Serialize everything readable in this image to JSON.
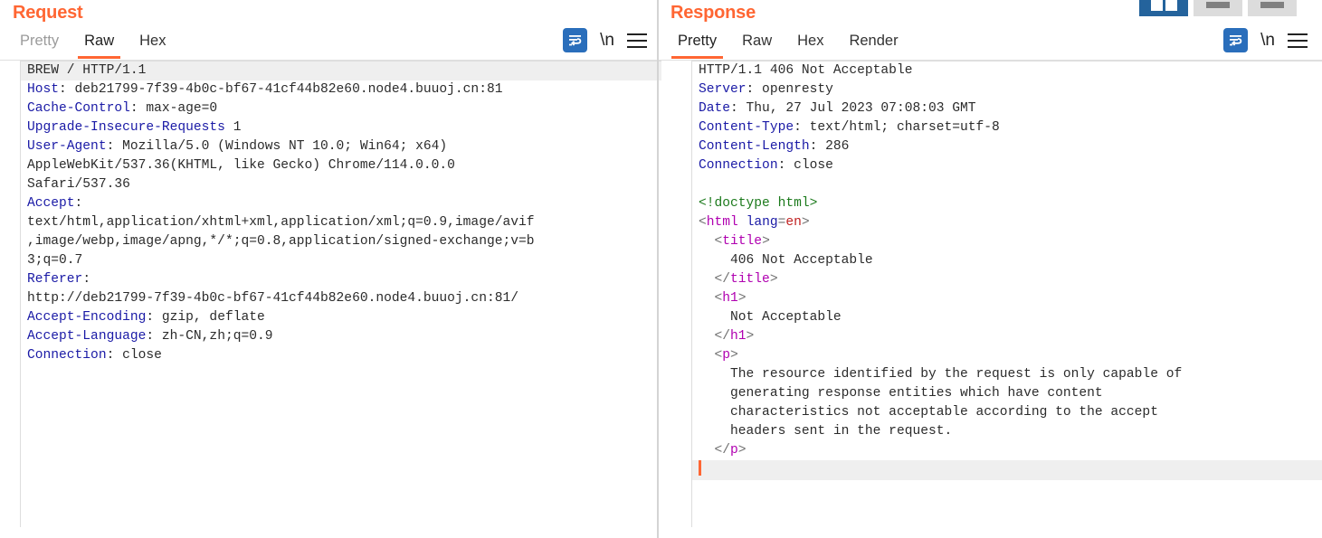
{
  "window": {
    "layout_buttons": [
      {
        "name": "split-vertical-layout",
        "active": true
      },
      {
        "name": "split-horizontal-layout",
        "active": false
      },
      {
        "name": "single-pane-layout",
        "active": false
      }
    ]
  },
  "request": {
    "title": "Request",
    "tabs": [
      {
        "label": "Pretty",
        "active": false,
        "disabled": true
      },
      {
        "label": "Raw",
        "active": true,
        "disabled": false
      },
      {
        "label": "Hex",
        "active": false,
        "disabled": false
      }
    ],
    "tools": {
      "wrap_icon": "word-wrap-icon",
      "newline_label": "\\n",
      "menu_icon": "hamburger-menu-icon"
    },
    "lines": [
      {
        "n": "1",
        "hl": true,
        "segments": [
          {
            "t": "BREW / HTTP/1.1",
            "c": "k-plain"
          }
        ]
      },
      {
        "n": "2",
        "hl": false,
        "segments": [
          {
            "t": "Host",
            "c": "k-hdr"
          },
          {
            "t": ": deb21799-7f39-4b0c-bf67-41cf44b82e60.node4.buuoj.cn:81",
            "c": "k-val"
          }
        ]
      },
      {
        "n": "3",
        "hl": false,
        "segments": [
          {
            "t": "Cache-Control",
            "c": "k-hdr"
          },
          {
            "t": ": max-age=0",
            "c": "k-val"
          }
        ]
      },
      {
        "n": "4",
        "hl": false,
        "segments": [
          {
            "t": "Upgrade-Insecure-Requests",
            "c": "k-hdr"
          },
          {
            "t": " 1",
            "c": "k-val"
          }
        ]
      },
      {
        "n": "5",
        "hl": false,
        "segments": [
          {
            "t": "User-Agent",
            "c": "k-hdr"
          },
          {
            "t": ": Mozilla/5.0 (Windows NT 10.0; Win64; x64)",
            "c": "k-val"
          }
        ],
        "cont": [
          "AppleWebKit/537.36(KHTML, like Gecko) Chrome/114.0.0.0",
          "Safari/537.36"
        ]
      },
      {
        "n": "6",
        "hl": false,
        "segments": [
          {
            "t": "Accept",
            "c": "k-hdr"
          },
          {
            "t": ":",
            "c": "k-val"
          }
        ],
        "cont": [
          "text/html,application/xhtml+xml,application/xml;q=0.9,image/avif",
          ",image/webp,image/apng,*/*;q=0.8,application/signed-exchange;v=b",
          "3;q=0.7"
        ]
      },
      {
        "n": "7",
        "hl": false,
        "segments": [
          {
            "t": "Referer",
            "c": "k-hdr"
          },
          {
            "t": ":",
            "c": "k-val"
          }
        ],
        "cont": [
          "http://deb21799-7f39-4b0c-bf67-41cf44b82e60.node4.buuoj.cn:81/"
        ]
      },
      {
        "n": "8",
        "hl": false,
        "segments": [
          {
            "t": "Accept-Encoding",
            "c": "k-hdr"
          },
          {
            "t": ": gzip, deflate",
            "c": "k-val"
          }
        ]
      },
      {
        "n": "9",
        "hl": false,
        "segments": [
          {
            "t": "Accept-Language",
            "c": "k-hdr"
          },
          {
            "t": ": zh-CN,zh;q=0.9",
            "c": "k-val"
          }
        ]
      },
      {
        "n": "10",
        "hl": false,
        "segments": [
          {
            "t": "Connection",
            "c": "k-hdr"
          },
          {
            "t": ": close",
            "c": "k-val"
          }
        ]
      },
      {
        "n": "11",
        "hl": false,
        "segments": []
      },
      {
        "n": "12",
        "hl": false,
        "segments": []
      }
    ]
  },
  "response": {
    "title": "Response",
    "tabs": [
      {
        "label": "Pretty",
        "active": true,
        "disabled": false
      },
      {
        "label": "Raw",
        "active": false,
        "disabled": false
      },
      {
        "label": "Hex",
        "active": false,
        "disabled": false
      },
      {
        "label": "Render",
        "active": false,
        "disabled": false
      }
    ],
    "tools": {
      "wrap_icon": "word-wrap-icon",
      "newline_label": "\\n",
      "menu_icon": "hamburger-menu-icon"
    },
    "lines": [
      {
        "n": "1",
        "hl": false,
        "segments": [
          {
            "t": "HTTP/1.1 406 Not Acceptable",
            "c": "k-plain"
          }
        ]
      },
      {
        "n": "2",
        "hl": false,
        "segments": [
          {
            "t": "Server",
            "c": "k-hdr"
          },
          {
            "t": ": openresty",
            "c": "k-val"
          }
        ]
      },
      {
        "n": "3",
        "hl": false,
        "segments": [
          {
            "t": "Date",
            "c": "k-hdr"
          },
          {
            "t": ": Thu, 27 Jul 2023 07:08:03 GMT",
            "c": "k-val"
          }
        ]
      },
      {
        "n": "4",
        "hl": false,
        "segments": [
          {
            "t": "Content-Type",
            "c": "k-hdr"
          },
          {
            "t": ": text/html; charset=utf-8",
            "c": "k-val"
          }
        ]
      },
      {
        "n": "5",
        "hl": false,
        "segments": [
          {
            "t": "Content-Length",
            "c": "k-hdr"
          },
          {
            "t": ": 286",
            "c": "k-val"
          }
        ]
      },
      {
        "n": "6",
        "hl": false,
        "segments": [
          {
            "t": "Connection",
            "c": "k-hdr"
          },
          {
            "t": ": close",
            "c": "k-val"
          }
        ]
      },
      {
        "n": "7",
        "hl": false,
        "segments": []
      },
      {
        "n": "8",
        "hl": false,
        "segments": [
          {
            "t": "<!doctype html>",
            "c": "k-doctype"
          }
        ]
      },
      {
        "n": "9",
        "hl": false,
        "segments": [
          {
            "t": "<",
            "c": "k-punct"
          },
          {
            "t": "html",
            "c": "k-tag"
          },
          {
            "t": " ",
            "c": "k-punct"
          },
          {
            "t": "lang",
            "c": "k-attr"
          },
          {
            "t": "=",
            "c": "k-punct"
          },
          {
            "t": "en",
            "c": "k-attrval"
          },
          {
            "t": ">",
            "c": "k-punct"
          }
        ]
      },
      {
        "n": "10",
        "hl": false,
        "indent": 1,
        "segments": [
          {
            "t": "<",
            "c": "k-punct"
          },
          {
            "t": "title",
            "c": "k-tag"
          },
          {
            "t": ">",
            "c": "k-punct"
          }
        ],
        "cont_rich": [
          {
            "indent": 2,
            "segments": [
              {
                "t": "406 Not Acceptable",
                "c": "k-text"
              }
            ]
          },
          {
            "indent": 1,
            "segments": [
              {
                "t": "</",
                "c": "k-punct"
              },
              {
                "t": "title",
                "c": "k-tag"
              },
              {
                "t": ">",
                "c": "k-punct"
              }
            ]
          }
        ]
      },
      {
        "n": "11",
        "hl": false,
        "indent": 1,
        "segments": [
          {
            "t": "<",
            "c": "k-punct"
          },
          {
            "t": "h1",
            "c": "k-tag"
          },
          {
            "t": ">",
            "c": "k-punct"
          }
        ],
        "cont_rich": [
          {
            "indent": 2,
            "segments": [
              {
                "t": "Not Acceptable",
                "c": "k-text"
              }
            ]
          },
          {
            "indent": 1,
            "segments": [
              {
                "t": "</",
                "c": "k-punct"
              },
              {
                "t": "h1",
                "c": "k-tag"
              },
              {
                "t": ">",
                "c": "k-punct"
              }
            ]
          }
        ]
      },
      {
        "n": "12",
        "hl": false,
        "indent": 1,
        "segments": [
          {
            "t": "<",
            "c": "k-punct"
          },
          {
            "t": "p",
            "c": "k-tag"
          },
          {
            "t": ">",
            "c": "k-punct"
          }
        ],
        "cont_rich": [
          {
            "indent": 2,
            "segments": [
              {
                "t": "The resource identified by the request is only capable of",
                "c": "k-text"
              }
            ]
          },
          {
            "indent": 2,
            "segments": [
              {
                "t": "generating response entities which have content",
                "c": "k-text"
              }
            ]
          },
          {
            "indent": 2,
            "segments": [
              {
                "t": "characteristics not acceptable according to the accept",
                "c": "k-text"
              }
            ]
          },
          {
            "indent": 2,
            "segments": [
              {
                "t": "headers sent in the request.",
                "c": "k-text"
              }
            ]
          },
          {
            "indent": 1,
            "segments": [
              {
                "t": "</",
                "c": "k-punct"
              },
              {
                "t": "p",
                "c": "k-tag"
              },
              {
                "t": ">",
                "c": "k-punct"
              }
            ]
          }
        ]
      },
      {
        "n": "13",
        "hl": true,
        "caret": true,
        "segments": []
      }
    ]
  },
  "colors": {
    "accent_orange": "#ff6633",
    "header_blue": "#1a1aa6",
    "tag_magenta": "#b000b0",
    "doctype_green": "#1c7a1c",
    "attrval_red": "#c02020",
    "toolbar_blue": "#2a6ebb",
    "highlight_grey": "#efefef"
  }
}
